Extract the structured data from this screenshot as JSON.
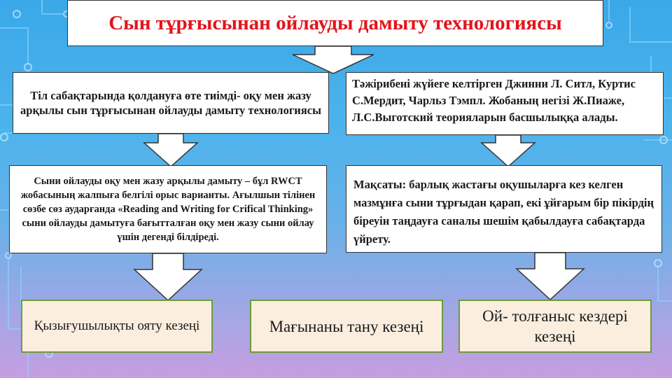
{
  "title": "Сын тұрғысынан ойлауды дамыту технологиясы",
  "box_left_top": "Тіл сабақтарында қолдануға өте тиімді- оқу мен жазу арқылы сын тұрғысынан ойлауды дамыту технологиясы",
  "box_right_top": "Тәжірибені жүйеге келтірген Джинни Л. Ситл, Куртис С.Мердит, Чарльз Тэмпл. Жобаның негізі Ж.Пиаже, Л.С.Выготский теорияларын басшылыққа алады.",
  "box_left_middle": "Сыни ойлауды оқу мен жазу арқылы дамыту – бұл RWCT жобасының жалпыға белгілі орыс варианты. Ағылшын тілінен сөзбе сөз аударғанда «Reading and Writing for Crifical Thinking» сыни ойлауды дамытуға бағытталған оқу мен жазу сыни ойлау үшін дегенді білдіреді.",
  "box_right_middle": "Мақсаты: барлық жастағы оқушыларға кез келген мазмұнға сыни тұрғыдан қарап, екі ұйғарым бір пікірдің біреуін таңдауға саналы шешім қабылдауға сабақтарда үйрету.",
  "stages": [
    "Қызығушылықты ояту кезеңі",
    "Мағынаны тану кезеңі",
    "Ой- толғаныс кездері кезеңі"
  ],
  "colors": {
    "title_text": "#e3141b",
    "stage_fill": "#fbeede",
    "stage_border": "#6e9b3a",
    "arrow_fill": "#ffffff"
  }
}
